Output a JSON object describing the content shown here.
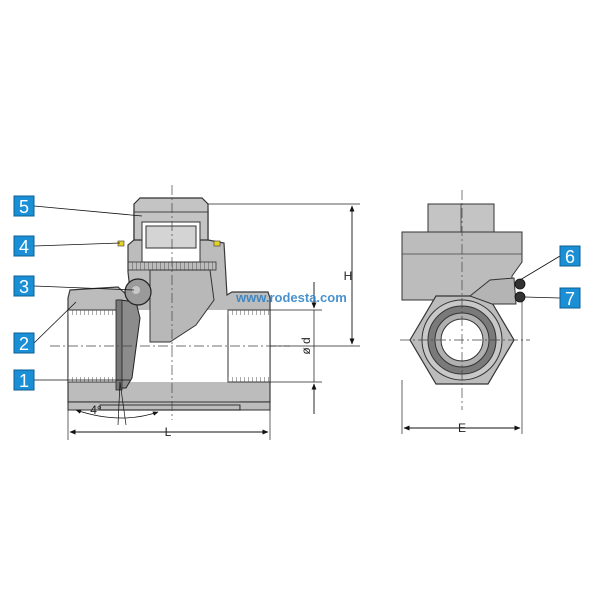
{
  "watermark": "www.rodesta.com",
  "callouts": [
    {
      "id": "1",
      "label": "1"
    },
    {
      "id": "2",
      "label": "2"
    },
    {
      "id": "3",
      "label": "3"
    },
    {
      "id": "4",
      "label": "4"
    },
    {
      "id": "5",
      "label": "5"
    },
    {
      "id": "6",
      "label": "6"
    },
    {
      "id": "7",
      "label": "7"
    }
  ],
  "dimensions": {
    "length": "L",
    "height": "H",
    "width": "E",
    "diameter": "ø d",
    "angle": "4°"
  },
  "colors": {
    "callout_fill": "#1a8fd6",
    "body_fill": "#bcbcbc",
    "body_dark": "#8c8c8c",
    "gasket_yellow": "#e6d22a",
    "watermark": "#2a7fc4"
  }
}
